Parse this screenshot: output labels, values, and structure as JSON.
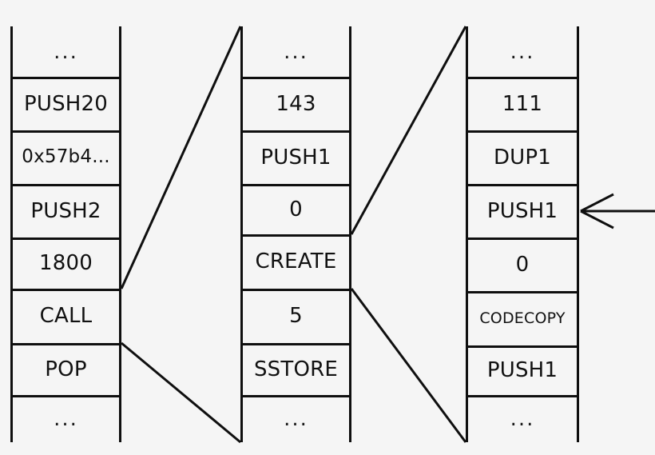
{
  "diagram": {
    "title": "EVM bytecode execution stack frames",
    "background_color": "#f5f5f5",
    "line_color": "#0f0f0f",
    "text_color": "#111111",
    "ellipsis": "...",
    "columns": [
      {
        "name": "stack-frame-1",
        "top_ellipsis": "...",
        "bottom_ellipsis": "...",
        "cells": [
          {
            "label": "PUSH20",
            "size": "normal"
          },
          {
            "label": "0x57b4...",
            "size": "small"
          },
          {
            "label": "PUSH2",
            "size": "normal"
          },
          {
            "label": "1800",
            "size": "normal"
          },
          {
            "label": "CALL",
            "size": "normal"
          },
          {
            "label": "POP",
            "size": "normal"
          }
        ]
      },
      {
        "name": "stack-frame-2",
        "top_ellipsis": "...",
        "bottom_ellipsis": "...",
        "cells": [
          {
            "label": "143",
            "size": "normal"
          },
          {
            "label": "PUSH1",
            "size": "normal"
          },
          {
            "label": "0",
            "size": "normal"
          },
          {
            "label": "CREATE",
            "size": "normal"
          },
          {
            "label": "5",
            "size": "normal"
          },
          {
            "label": "SSTORE",
            "size": "normal"
          }
        ]
      },
      {
        "name": "stack-frame-3",
        "top_ellipsis": "...",
        "bottom_ellipsis": "...",
        "cells": [
          {
            "label": "111",
            "size": "normal"
          },
          {
            "label": "DUP1",
            "size": "normal"
          },
          {
            "label": "PUSH1",
            "size": "normal"
          },
          {
            "label": "0",
            "size": "normal"
          },
          {
            "label": "CODECOPY",
            "size": "xsmall"
          },
          {
            "label": "PUSH1",
            "size": "normal"
          }
        ]
      }
    ],
    "connectors": [
      {
        "name": "connector-frame1-to-frame2",
        "from_cell": "CALL",
        "to_frame": "stack-frame-2"
      },
      {
        "name": "connector-frame2-to-frame3",
        "from_cell": "CREATE",
        "to_frame": "stack-frame-3"
      }
    ],
    "pointer": {
      "name": "execution-pointer-arrow",
      "direction": "left",
      "targets_frame": "stack-frame-3",
      "targets_cell": "PUSH1"
    }
  }
}
